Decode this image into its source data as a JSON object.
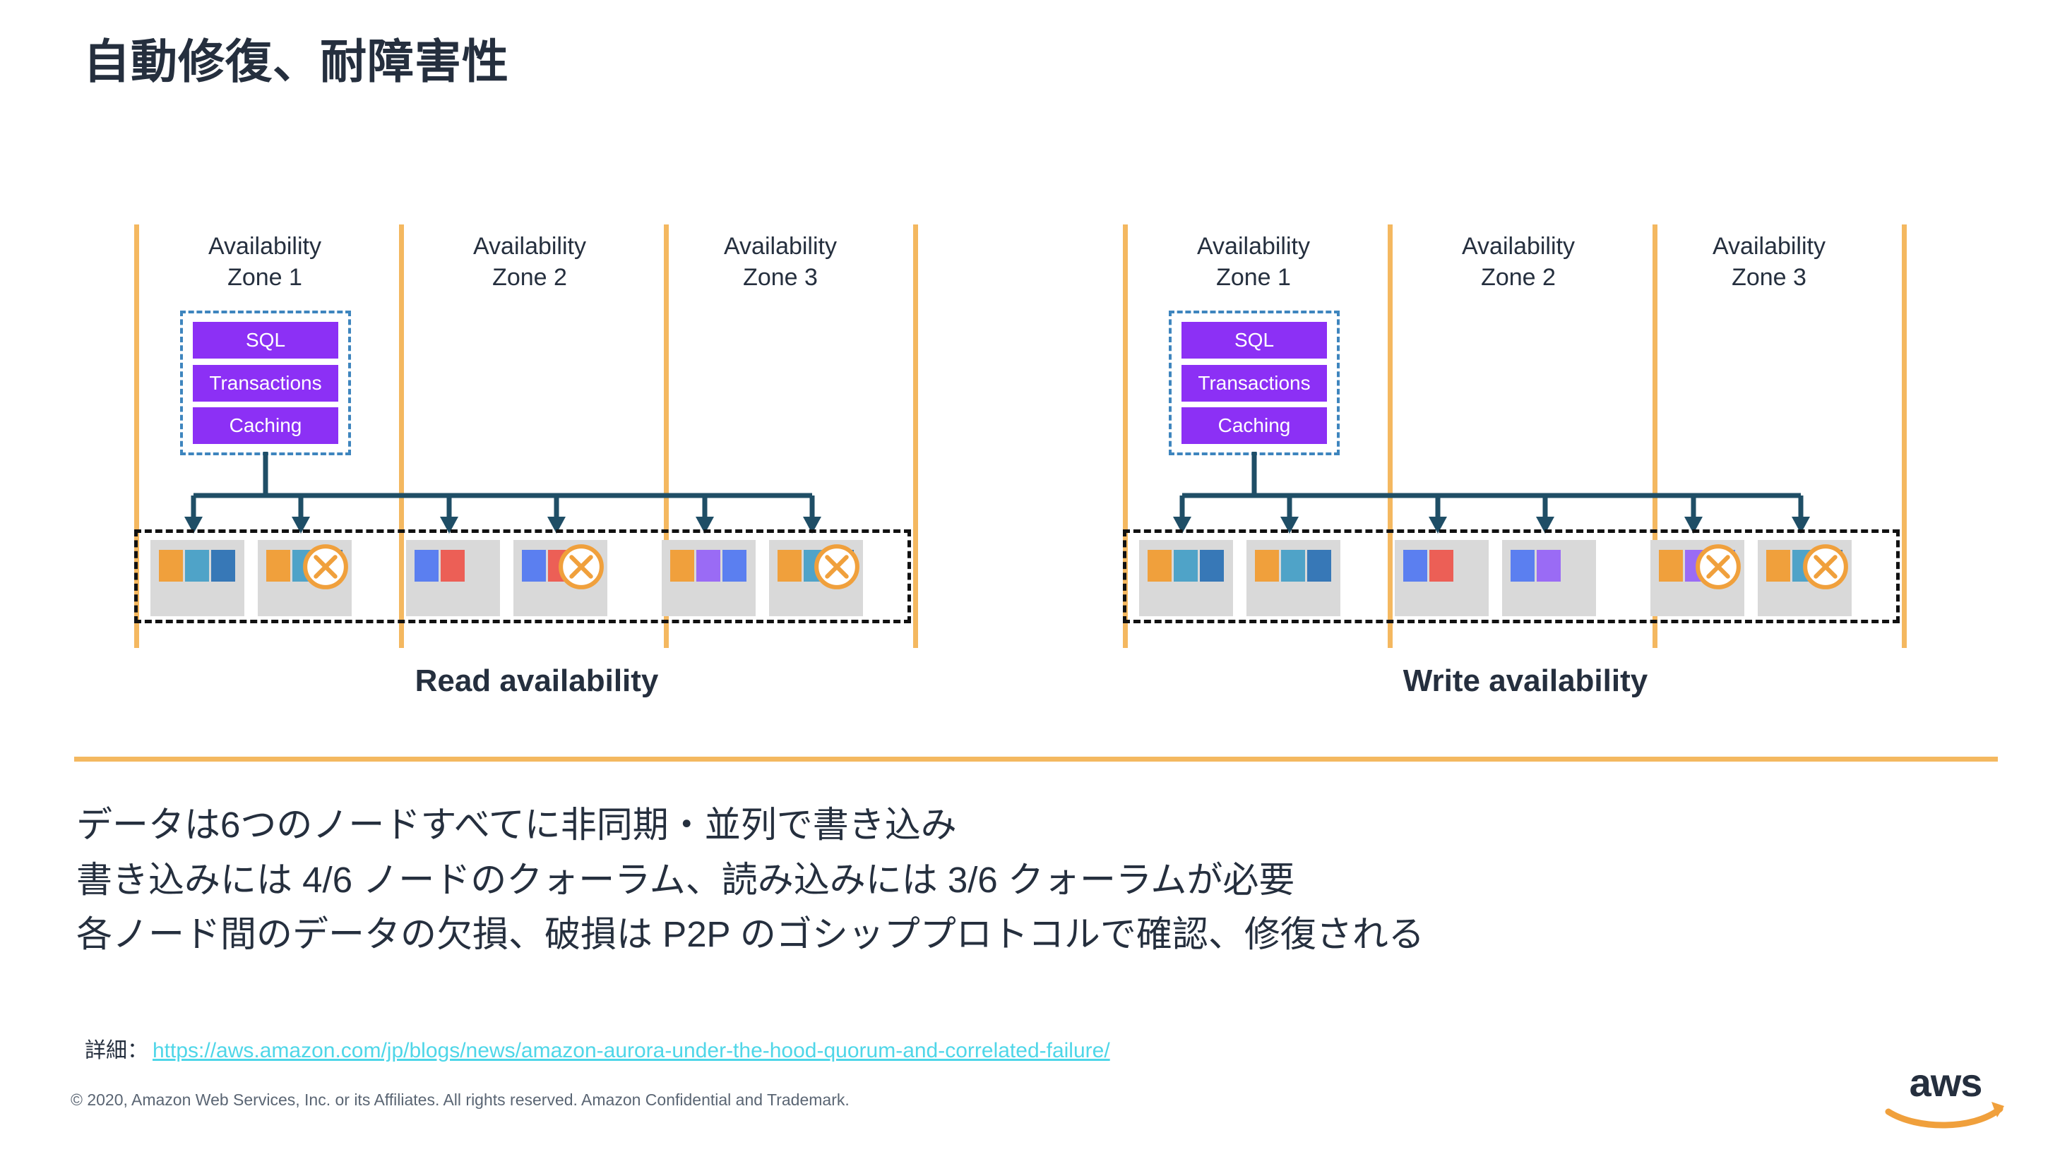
{
  "slide": {
    "title": "自動修復、耐障害性",
    "accent_orange": "#F4B860",
    "text_dark": "#252F3E",
    "link_color": "#4ED6E8",
    "purple": "#8C30F5",
    "dashed_blue": "#3E85BE",
    "node_gray": "#D9D9D9",
    "arrow_navy": "#1F4E66"
  },
  "diagrams": [
    {
      "id": "read-availability",
      "caption": "Read availability",
      "zones": [
        {
          "label": "Availability\nZone 1"
        },
        {
          "label": "Availability\nZone 2"
        },
        {
          "label": "Availability\nZone 3"
        }
      ],
      "compute": {
        "rows": [
          "SQL",
          "Transactions",
          "Caching"
        ]
      },
      "nodes": [
        {
          "zone": 1,
          "chips": [
            "#F0A03C",
            "#4FA3C8",
            "#3778B7"
          ],
          "failed": false
        },
        {
          "zone": 1,
          "chips": [
            "#F0A03C",
            "#4FA3C8",
            "#3778B7"
          ],
          "failed": true
        },
        {
          "zone": 2,
          "chips": [
            "#5B7FF0",
            "#EC5F56"
          ],
          "failed": false
        },
        {
          "zone": 2,
          "chips": [
            "#5B7FF0",
            "#EC5F56"
          ],
          "failed": true
        },
        {
          "zone": 3,
          "chips": [
            "#F0A03C",
            "#9A6BF5",
            "#5B7FF0"
          ],
          "failed": false
        },
        {
          "zone": 3,
          "chips": [
            "#F0A03C",
            "#4FA3C8",
            "#3778B7"
          ],
          "failed": true
        }
      ]
    },
    {
      "id": "write-availability",
      "caption": "Write availability",
      "zones": [
        {
          "label": "Availability\nZone 1"
        },
        {
          "label": "Availability\nZone 2"
        },
        {
          "label": "Availability\nZone 3"
        }
      ],
      "compute": {
        "rows": [
          "SQL",
          "Transactions",
          "Caching"
        ]
      },
      "nodes": [
        {
          "zone": 1,
          "chips": [
            "#F0A03C",
            "#4FA3C8",
            "#3778B7"
          ],
          "failed": false
        },
        {
          "zone": 1,
          "chips": [
            "#F0A03C",
            "#4FA3C8",
            "#3778B7"
          ],
          "failed": false
        },
        {
          "zone": 2,
          "chips": [
            "#5B7FF0",
            "#EC5F56"
          ],
          "failed": false
        },
        {
          "zone": 2,
          "chips": [
            "#5B7FF0",
            "#9A6BF5"
          ],
          "failed": false
        },
        {
          "zone": 3,
          "chips": [
            "#F0A03C",
            "#9A6BF5",
            "#5B7FF0"
          ],
          "failed": true
        },
        {
          "zone": 3,
          "chips": [
            "#F0A03C",
            "#4FA3C8",
            "#3778B7"
          ],
          "failed": true
        }
      ]
    }
  ],
  "body": {
    "lines": [
      "データは6つのノードすべてに非同期・並列で書き込み",
      "書き込みには 4/6 ノードのクォーラム、読み込みには 3/6 クォーラムが必要",
      "各ノード間のデータの欠損、破損は P2P のゴシッププロトコルで確認、修復される"
    ]
  },
  "link": {
    "label": "詳細：",
    "url": "https://aws.amazon.com/jp/blogs/news/amazon-aurora-under-the-hood-quorum-and-correlated-failure/"
  },
  "copyright": "© 2020, Amazon Web Services, Inc. or its Affiliates. All rights reserved. Amazon Confidential and Trademark.",
  "logo": {
    "name": "aws-logo",
    "wordmark": "aws"
  }
}
